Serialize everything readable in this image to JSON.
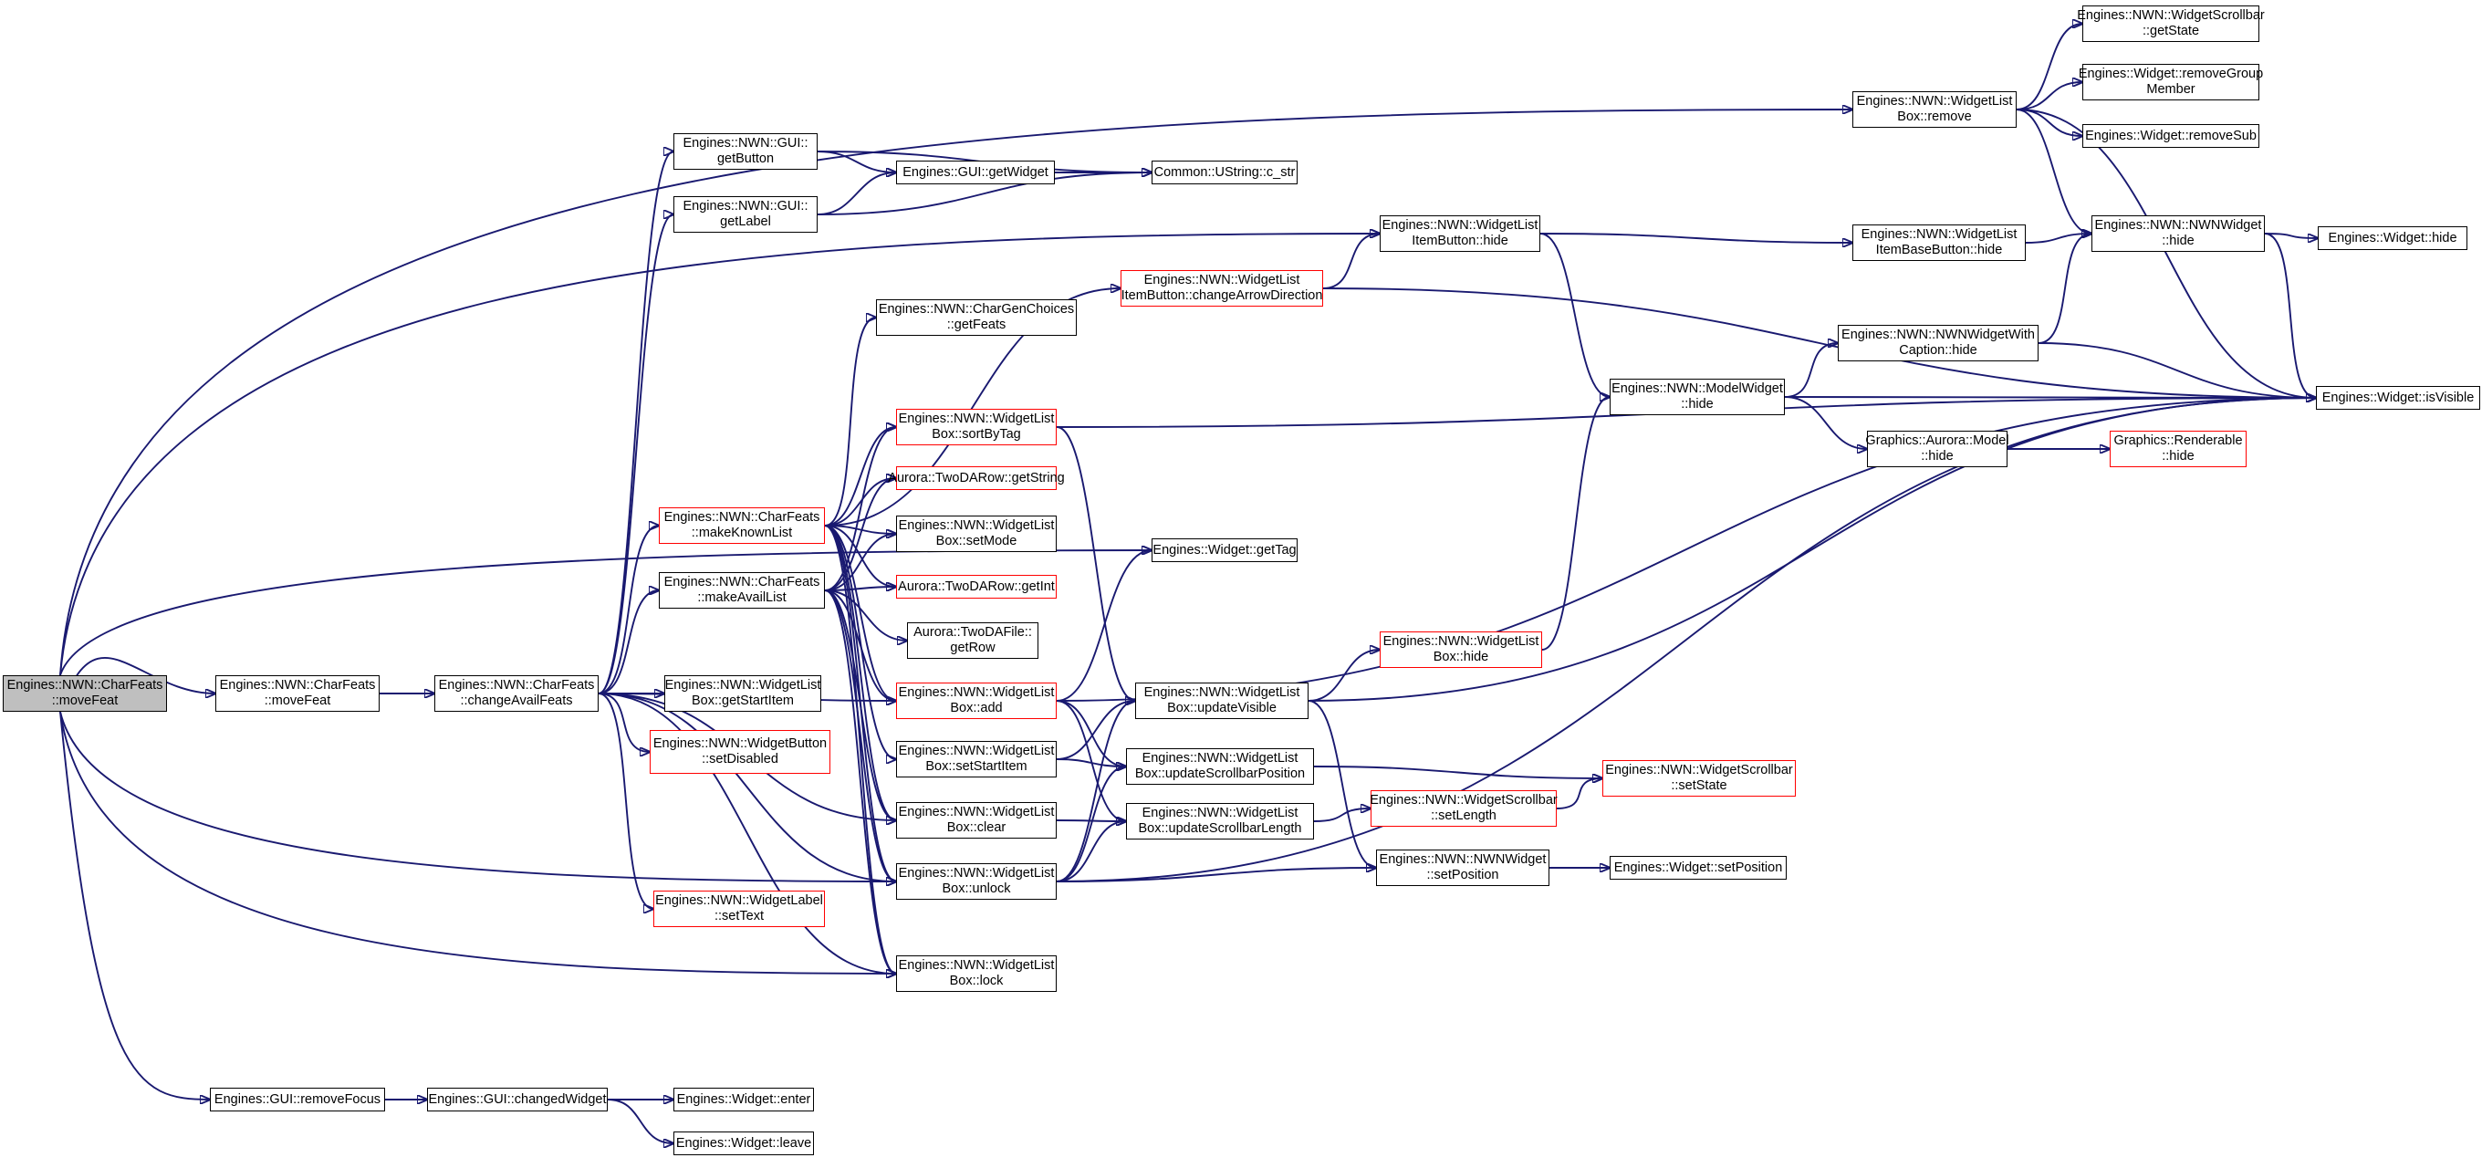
{
  "graph": {
    "colors": {
      "edge": "#191970",
      "node_border": "#000000",
      "incomplete_border": "#ff0000",
      "root_fill": "#bfbfbf"
    },
    "nodes": [
      {
        "id": "movefeat_root",
        "label": "Engines::NWN::CharFeats\n::moveFeat",
        "style": "root"
      },
      {
        "id": "movefeat",
        "label": "Engines::NWN::CharFeats\n::moveFeat",
        "style": "normal"
      },
      {
        "id": "changeavail",
        "label": "Engines::NWN::CharFeats\n::changeAvailFeats",
        "style": "normal"
      },
      {
        "id": "getbutton",
        "label": "Engines::NWN::GUI::\ngetButton",
        "style": "normal"
      },
      {
        "id": "getlabel",
        "label": "Engines::NWN::GUI::\ngetLabel",
        "style": "normal"
      },
      {
        "id": "guigetwidget",
        "label": "Engines::GUI::getWidget",
        "style": "normal"
      },
      {
        "id": "cstr",
        "label": "Common::UString::c_str",
        "style": "normal"
      },
      {
        "id": "getfeats",
        "label": "Engines::NWN::CharGenChoices\n::getFeats",
        "style": "normal"
      },
      {
        "id": "sortbytag",
        "label": "Engines::NWN::WidgetList\nBox::sortByTag",
        "style": "red"
      },
      {
        "id": "getstring",
        "label": "Aurora::TwoDARow::getString",
        "style": "red"
      },
      {
        "id": "makeknown",
        "label": "Engines::NWN::CharFeats\n::makeKnownList",
        "style": "red"
      },
      {
        "id": "setmode",
        "label": "Engines::NWN::WidgetList\nBox::setMode",
        "style": "normal"
      },
      {
        "id": "makeavail",
        "label": "Engines::NWN::CharFeats\n::makeAvailList",
        "style": "normal"
      },
      {
        "id": "getint",
        "label": "Aurora::TwoDARow::getInt",
        "style": "red"
      },
      {
        "id": "getrow",
        "label": "Aurora::TwoDAFile::\ngetRow",
        "style": "normal"
      },
      {
        "id": "getstartitem",
        "label": "Engines::NWN::WidgetList\nBox::getStartItem",
        "style": "normal"
      },
      {
        "id": "lbadd",
        "label": "Engines::NWN::WidgetList\nBox::add",
        "style": "red"
      },
      {
        "id": "setdisabled",
        "label": "Engines::NWN::WidgetButton\n::setDisabled",
        "style": "red"
      },
      {
        "id": "setstartitem",
        "label": "Engines::NWN::WidgetList\nBox::setStartItem",
        "style": "normal"
      },
      {
        "id": "lbclear",
        "label": "Engines::NWN::WidgetList\nBox::clear",
        "style": "normal"
      },
      {
        "id": "lbunlock",
        "label": "Engines::NWN::WidgetList\nBox::unlock",
        "style": "normal"
      },
      {
        "id": "settext",
        "label": "Engines::NWN::WidgetLabel\n::setText",
        "style": "red"
      },
      {
        "id": "lblock",
        "label": "Engines::NWN::WidgetList\nBox::lock",
        "style": "normal"
      },
      {
        "id": "removefocus",
        "label": "Engines::GUI::removeFocus",
        "style": "normal"
      },
      {
        "id": "changedwidget",
        "label": "Engines::GUI::changedWidget",
        "style": "normal"
      },
      {
        "id": "wenter",
        "label": "Engines::Widget::enter",
        "style": "normal"
      },
      {
        "id": "wleave",
        "label": "Engines::Widget::leave",
        "style": "normal"
      },
      {
        "id": "changearrow",
        "label": "Engines::NWN::WidgetList\nItemButton::changeArrowDirection",
        "style": "red"
      },
      {
        "id": "gettag",
        "label": "Engines::Widget::getTag",
        "style": "normal"
      },
      {
        "id": "updatevisible",
        "label": "Engines::NWN::WidgetList\nBox::updateVisible",
        "style": "normal"
      },
      {
        "id": "updatescrollpos",
        "label": "Engines::NWN::WidgetList\nBox::updateScrollbarPosition",
        "style": "normal"
      },
      {
        "id": "updatescrolllen",
        "label": "Engines::NWN::WidgetList\nBox::updateScrollbarLength",
        "style": "normal"
      },
      {
        "id": "itembuttonhide",
        "label": "Engines::NWN::WidgetList\nItemButton::hide",
        "style": "normal"
      },
      {
        "id": "lbhide",
        "label": "Engines::NWN::WidgetList\nBox::hide",
        "style": "red"
      },
      {
        "id": "scrollsetlength",
        "label": "Engines::NWN::WidgetScrollbar\n::setLength",
        "style": "red"
      },
      {
        "id": "nwnsetposition",
        "label": "Engines::NWN::NWNWidget\n::setPosition",
        "style": "normal"
      },
      {
        "id": "modelwidgethide",
        "label": "Engines::NWN::ModelWidget\n::hide",
        "style": "normal"
      },
      {
        "id": "lbremove",
        "label": "Engines::NWN::WidgetList\nBox::remove",
        "style": "normal"
      },
      {
        "id": "itembasehide",
        "label": "Engines::NWN::WidgetList\nItemBaseButton::hide",
        "style": "normal"
      },
      {
        "id": "captionhide",
        "label": "Engines::NWN::NWNWidgetWith\nCaption::hide",
        "style": "normal"
      },
      {
        "id": "aurorahide",
        "label": "Graphics::Aurora::Model\n::hide",
        "style": "normal"
      },
      {
        "id": "scrollsetstate",
        "label": "Engines::NWN::WidgetScrollbar\n::setState",
        "style": "red"
      },
      {
        "id": "wsetposition",
        "label": "Engines::Widget::setPosition",
        "style": "normal"
      },
      {
        "id": "scrollgetstate",
        "label": "Engines::NWN::WidgetScrollbar\n::getState",
        "style": "normal"
      },
      {
        "id": "removegroup",
        "label": "Engines::Widget::removeGroup\nMember",
        "style": "normal"
      },
      {
        "id": "removesub",
        "label": "Engines::Widget::removeSub",
        "style": "normal"
      },
      {
        "id": "nwnwidgethide",
        "label": "Engines::NWN::NWNWidget\n::hide",
        "style": "normal"
      },
      {
        "id": "whide",
        "label": "Engines::Widget::hide",
        "style": "normal"
      },
      {
        "id": "isvisible",
        "label": "Engines::Widget::isVisible",
        "style": "normal"
      },
      {
        "id": "renderablehide",
        "label": "Graphics::Renderable\n::hide",
        "style": "red"
      }
    ],
    "edges": [
      [
        "movefeat_root",
        "movefeat"
      ],
      [
        "movefeat_root",
        "lbremove"
      ],
      [
        "movefeat_root",
        "itembuttonhide"
      ],
      [
        "movefeat_root",
        "gettag"
      ],
      [
        "movefeat_root",
        "lbunlock"
      ],
      [
        "movefeat_root",
        "lblock"
      ],
      [
        "movefeat_root",
        "removefocus"
      ],
      [
        "movefeat",
        "changeavail"
      ],
      [
        "changeavail",
        "getbutton"
      ],
      [
        "changeavail",
        "getlabel"
      ],
      [
        "changeavail",
        "makeknown"
      ],
      [
        "changeavail",
        "makeavail"
      ],
      [
        "changeavail",
        "getstartitem"
      ],
      [
        "changeavail",
        "setdisabled"
      ],
      [
        "changeavail",
        "lbadd"
      ],
      [
        "changeavail",
        "lbclear"
      ],
      [
        "changeavail",
        "lbunlock"
      ],
      [
        "changeavail",
        "settext"
      ],
      [
        "changeavail",
        "lblock"
      ],
      [
        "getbutton",
        "guigetwidget"
      ],
      [
        "getbutton",
        "cstr"
      ],
      [
        "getlabel",
        "guigetwidget"
      ],
      [
        "getlabel",
        "cstr"
      ],
      [
        "guigetwidget",
        "cstr"
      ],
      [
        "makeknown",
        "getfeats"
      ],
      [
        "makeknown",
        "changearrow"
      ],
      [
        "makeknown",
        "sortbytag"
      ],
      [
        "makeknown",
        "getstring"
      ],
      [
        "makeknown",
        "setmode"
      ],
      [
        "makeknown",
        "getint"
      ],
      [
        "makeknown",
        "lbadd"
      ],
      [
        "makeknown",
        "setstartitem"
      ],
      [
        "makeknown",
        "lbclear"
      ],
      [
        "makeknown",
        "lbunlock"
      ],
      [
        "makeknown",
        "lblock"
      ],
      [
        "makeavail",
        "sortbytag"
      ],
      [
        "makeavail",
        "getstring"
      ],
      [
        "makeavail",
        "setmode"
      ],
      [
        "makeavail",
        "getint"
      ],
      [
        "makeavail",
        "getrow"
      ],
      [
        "makeavail",
        "lbadd"
      ],
      [
        "makeavail",
        "lbclear"
      ],
      [
        "makeavail",
        "lbunlock"
      ],
      [
        "makeavail",
        "lblock"
      ],
      [
        "sortbytag",
        "updatevisible"
      ],
      [
        "sortbytag",
        "isvisible"
      ],
      [
        "lbadd",
        "gettag"
      ],
      [
        "lbadd",
        "isvisible"
      ],
      [
        "lbadd",
        "updatescrollpos"
      ],
      [
        "lbadd",
        "updatescrolllen"
      ],
      [
        "setstartitem",
        "updatevisible"
      ],
      [
        "setstartitem",
        "updatescrollpos"
      ],
      [
        "lbclear",
        "updatescrolllen"
      ],
      [
        "lbunlock",
        "updatevisible"
      ],
      [
        "lbunlock",
        "updatescrollpos"
      ],
      [
        "lbunlock",
        "updatescrolllen"
      ],
      [
        "lbunlock",
        "nwnsetposition"
      ],
      [
        "lbunlock",
        "isvisible"
      ],
      [
        "removefocus",
        "changedwidget"
      ],
      [
        "changedwidget",
        "wenter"
      ],
      [
        "changedwidget",
        "wleave"
      ],
      [
        "changearrow",
        "itembuttonhide"
      ],
      [
        "changearrow",
        "isvisible"
      ],
      [
        "updatevisible",
        "lbhide"
      ],
      [
        "updatevisible",
        "isvisible"
      ],
      [
        "updatevisible",
        "nwnsetposition"
      ],
      [
        "updatescrollpos",
        "scrollsetstate"
      ],
      [
        "updatescrolllen",
        "scrollsetlength"
      ],
      [
        "scrollsetlength",
        "scrollsetstate"
      ],
      [
        "nwnsetposition",
        "wsetposition"
      ],
      [
        "lbhide",
        "modelwidgethide"
      ],
      [
        "itembuttonhide",
        "itembasehide"
      ],
      [
        "itembuttonhide",
        "modelwidgethide"
      ],
      [
        "itembasehide",
        "nwnwidgethide"
      ],
      [
        "modelwidgethide",
        "captionhide"
      ],
      [
        "modelwidgethide",
        "aurorahide"
      ],
      [
        "modelwidgethide",
        "isvisible"
      ],
      [
        "captionhide",
        "nwnwidgethide"
      ],
      [
        "captionhide",
        "isvisible"
      ],
      [
        "aurorahide",
        "renderablehide"
      ],
      [
        "lbremove",
        "scrollgetstate"
      ],
      [
        "lbremove",
        "removegroup"
      ],
      [
        "lbremove",
        "removesub"
      ],
      [
        "lbremove",
        "nwnwidgethide"
      ],
      [
        "lbremove",
        "isvisible"
      ],
      [
        "nwnwidgethide",
        "whide"
      ],
      [
        "nwnwidgethide",
        "isvisible"
      ]
    ]
  }
}
